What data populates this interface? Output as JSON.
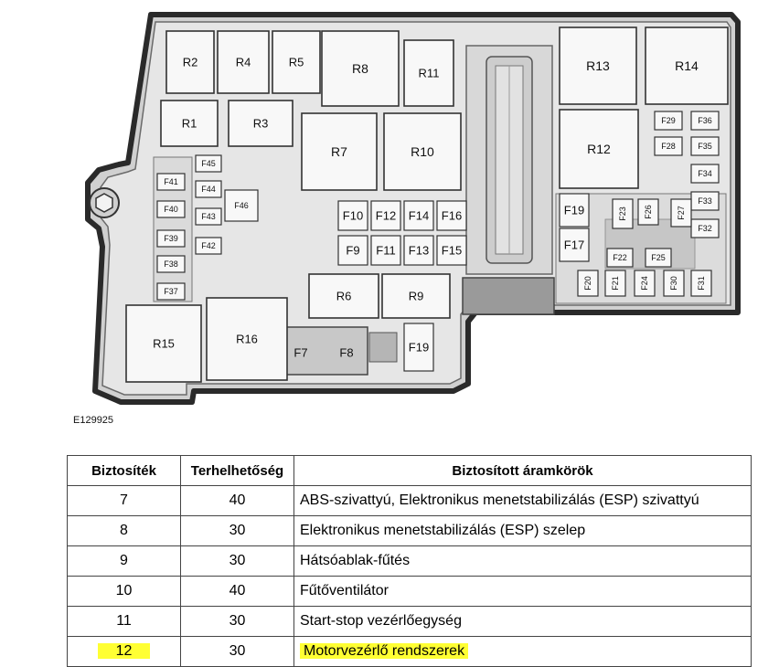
{
  "diagram": {
    "figure_id": "E129925",
    "labels": {
      "R1": "R1",
      "R2": "R2",
      "R3": "R3",
      "R4": "R4",
      "R5": "R5",
      "R6": "R6",
      "R7": "R7",
      "R8": "R8",
      "R9": "R9",
      "R10": "R10",
      "R11": "R11",
      "R12": "R12",
      "R13": "R13",
      "R14": "R14",
      "R15": "R15",
      "R16": "R16",
      "F7": "F7",
      "F8": "F8",
      "F9": "F9",
      "F10": "F10",
      "F11": "F11",
      "F12": "F12",
      "F13": "F13",
      "F14": "F14",
      "F15": "F15",
      "F16": "F16",
      "F17": "F17",
      "F19a": "F19",
      "F19b": "F19",
      "F20": "F20",
      "F21": "F21",
      "F22": "F22",
      "F23": "F23",
      "F24": "F24",
      "F25": "F25",
      "F26": "F26",
      "F27": "F27",
      "F28": "F28",
      "F29": "F29",
      "F30": "F30",
      "F31": "F31",
      "F32": "F32",
      "F33": "F33",
      "F34": "F34",
      "F35": "F35",
      "F36": "F36",
      "F37": "F37",
      "F38": "F38",
      "F39": "F39",
      "F40": "F40",
      "F41": "F41",
      "F42": "F42",
      "F43": "F43",
      "F44": "F44",
      "F45": "F45",
      "F46": "F46"
    }
  },
  "table": {
    "headers": [
      "Biztosíték",
      "Terhelhetőség",
      "Biztosított áramkörök"
    ],
    "rows": [
      {
        "fuse": "7",
        "rating": "40",
        "circuit": "ABS-szivattyú, Elektronikus menetstabilizálás (ESP) szivattyú"
      },
      {
        "fuse": "8",
        "rating": "30",
        "circuit": "Elektronikus menetstabilizálás (ESP) szelep"
      },
      {
        "fuse": "9",
        "rating": "30",
        "circuit": "Hátsóablak-fűtés"
      },
      {
        "fuse": "10",
        "rating": "40",
        "circuit": "Fűtőventilátor"
      },
      {
        "fuse": "11",
        "rating": "30",
        "circuit": "Start-stop vezérlőegység"
      },
      {
        "fuse": "12",
        "rating": "30",
        "circuit": "Motorvezérlő rendszerek"
      }
    ],
    "highlight_color": "#ffff33"
  }
}
